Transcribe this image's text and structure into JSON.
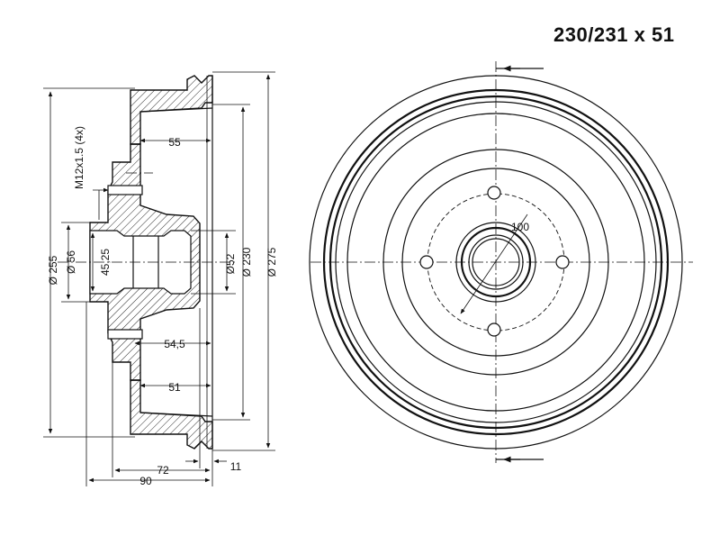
{
  "title": "230/231 x 51",
  "dimensions": {
    "d255": "Ø 255",
    "d56": "Ø 56",
    "d45": "45,25",
    "d52": "Ø52",
    "d230": "Ø 230",
    "d275": "Ø 275",
    "thread": "M12x1.5 (4x)",
    "w55": "55",
    "w54": "54,5",
    "w51": "51",
    "w72": "72",
    "w90": "90",
    "w11": "11",
    "pcd": "100"
  }
}
